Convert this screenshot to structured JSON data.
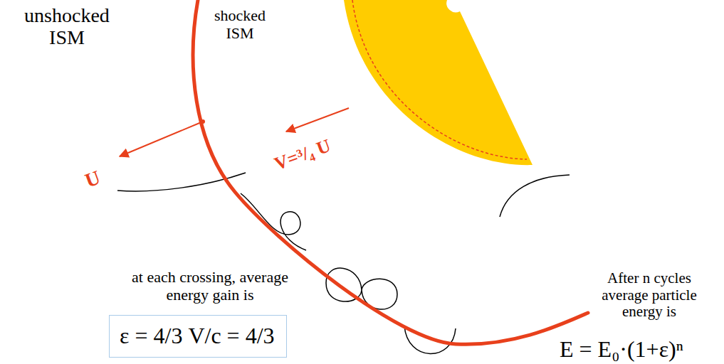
{
  "diagram": {
    "nodes": [
      {
        "text": [
          "ε = 4/3 V/c = 4/3"
        ]
      }
    ],
    "labels": [
      "unshocked ISM",
      "shocked ISM",
      "V=³/₄ U",
      "U",
      "at each crossing, average energy gain is",
      "After n cycles average particle energy is",
      "E = E₀·(1+ε)ⁿ"
    ]
  }
}
